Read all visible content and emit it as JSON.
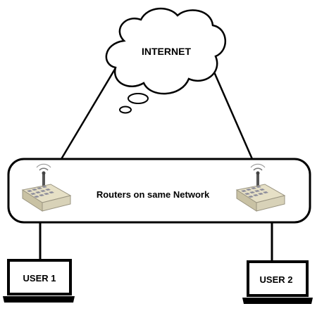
{
  "diagram": {
    "internet_label": "INTERNET",
    "network_label": "Routers on same Network",
    "user1_label": "USER 1",
    "user2_label": "USER 2"
  },
  "colors": {
    "line": "#000000",
    "background": "#ffffff",
    "router_body": "#d8d2b8",
    "router_port": "#8c8c9a"
  },
  "icons": {
    "cloud": "cloud-icon",
    "router": "router-icon",
    "laptop": "laptop-icon"
  }
}
